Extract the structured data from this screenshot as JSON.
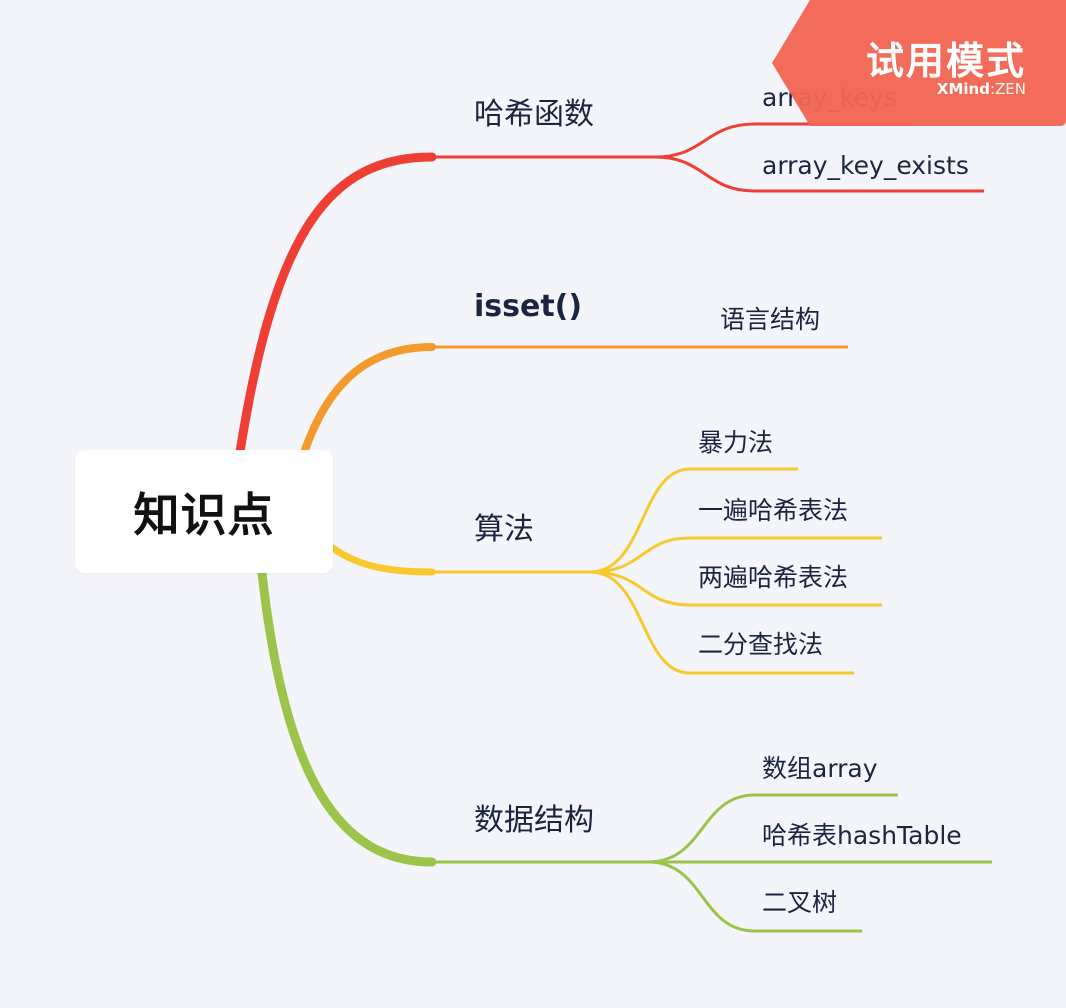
{
  "root": {
    "label": "知识点"
  },
  "branches": [
    {
      "label": "哈希函数",
      "color": "#ef3f35",
      "children": [
        "array_keys",
        "array_key_exists"
      ]
    },
    {
      "label": "isset()",
      "color": "#f39a2c",
      "children": [
        "语言结构"
      ]
    },
    {
      "label": "算法",
      "color": "#f8c82f",
      "children": [
        "暴力法",
        "一遍哈希表法",
        "两遍哈希表法",
        "二分查找法"
      ]
    },
    {
      "label": "数据结构",
      "color": "#9bc44b",
      "children": [
        "数组array",
        "哈希表hashTable",
        "二叉树"
      ]
    }
  ],
  "watermark": {
    "title": "试用模式",
    "brand_bold": "XMind",
    "brand_sep": ":",
    "brand_light": "ZEN",
    "color": "#f26552"
  }
}
